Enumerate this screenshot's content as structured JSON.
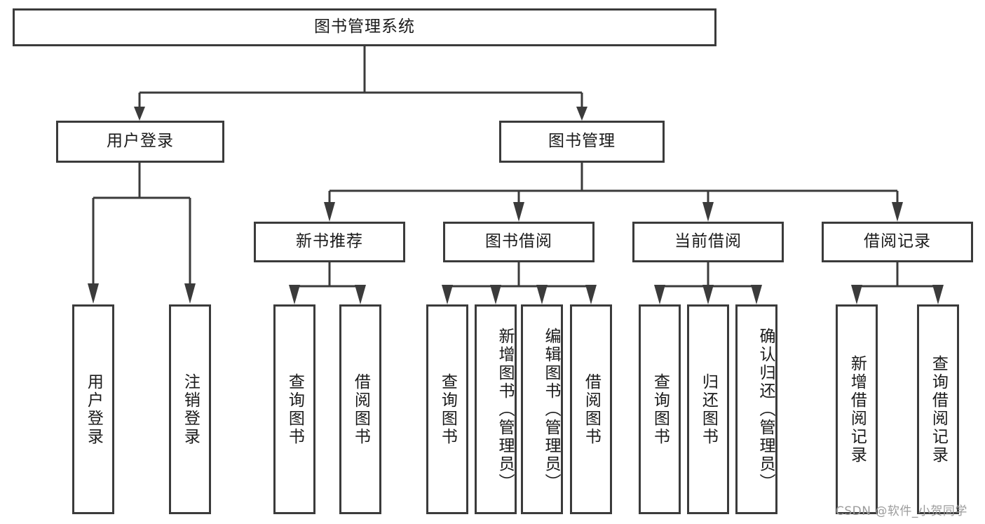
{
  "diagram": {
    "title": "图书管理系统",
    "root": {
      "id": "root",
      "label": "图书管理系统"
    },
    "level2": [
      {
        "id": "user-login",
        "label": "用户登录"
      },
      {
        "id": "book-manage",
        "label": "图书管理"
      }
    ],
    "level3": [
      {
        "id": "new-book-recommend",
        "label": "新书推荐"
      },
      {
        "id": "book-borrow",
        "label": "图书借阅"
      },
      {
        "id": "current-borrow",
        "label": "当前借阅"
      },
      {
        "id": "borrow-record",
        "label": "借阅记录"
      }
    ],
    "leaves": {
      "user_login": [
        {
          "id": "leaf-user-login",
          "label": "用户登录"
        },
        {
          "id": "leaf-logout",
          "label": "注销登录"
        }
      ],
      "new_book_recommend": [
        {
          "id": "leaf-query-book-1",
          "label": "查询图书"
        },
        {
          "id": "leaf-borrow-book-1",
          "label": "借阅图书"
        }
      ],
      "book_borrow": [
        {
          "id": "leaf-query-book-2",
          "label": "查询图书"
        },
        {
          "id": "leaf-add-book",
          "label": "新增图书（管理员）"
        },
        {
          "id": "leaf-edit-book",
          "label": "编辑图书（管理员）"
        },
        {
          "id": "leaf-borrow-book-2",
          "label": "借阅图书"
        }
      ],
      "current_borrow": [
        {
          "id": "leaf-query-book-3",
          "label": "查询图书"
        },
        {
          "id": "leaf-return-book",
          "label": "归还图书"
        },
        {
          "id": "leaf-confirm-return",
          "label": "确认归还（管理员）"
        }
      ],
      "borrow_record": [
        {
          "id": "leaf-add-record",
          "label": "新增借阅记录"
        },
        {
          "id": "leaf-query-record",
          "label": "查询借阅记录"
        }
      ]
    }
  },
  "watermark": {
    "text": "CSDN @软件_小贺同学"
  },
  "colors": {
    "stroke": "#3b3b3b",
    "background": "#ffffff",
    "text": "#1a1a1a",
    "watermark": "#9c9c9c"
  }
}
